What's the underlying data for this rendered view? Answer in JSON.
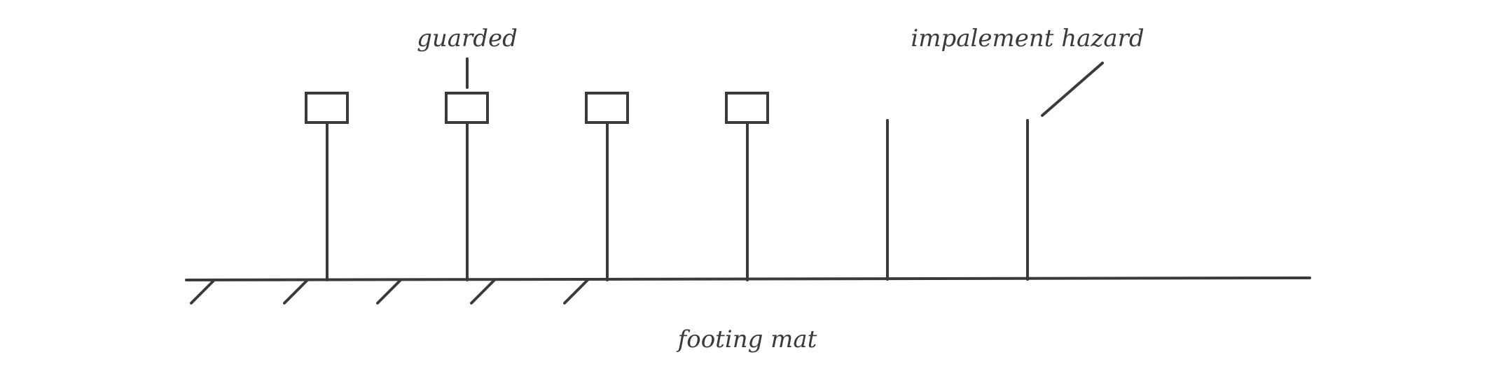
{
  "labels": {
    "guarded": "guarded",
    "hazard": "impalement hazard",
    "base": "footing mat"
  },
  "rebars": [
    {
      "capped": true
    },
    {
      "capped": true
    },
    {
      "capped": true
    },
    {
      "capped": true
    },
    {
      "capped": false
    },
    {
      "capped": false
    }
  ],
  "colors": {
    "stroke": "#3a3a3a",
    "background": "#ffffff"
  }
}
